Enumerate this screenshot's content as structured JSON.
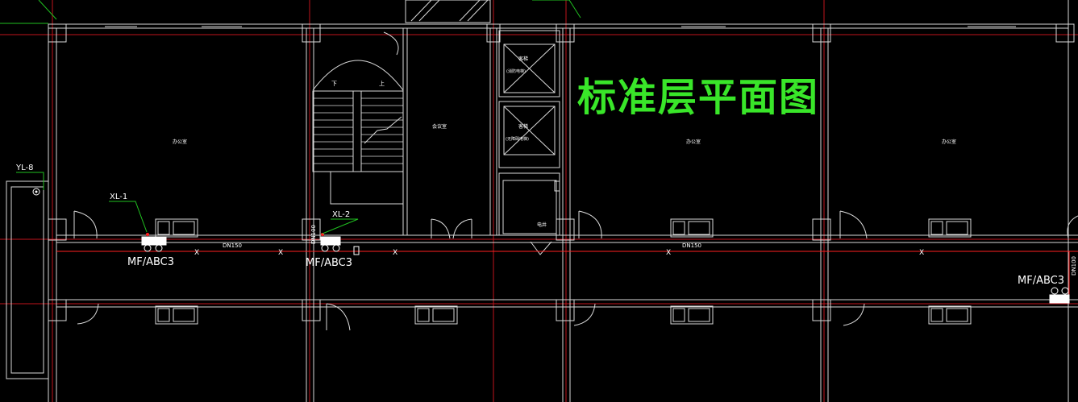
{
  "title": {
    "text": "标准层平面图",
    "color": "#39e629"
  },
  "colors": {
    "wall": "#d9d9d9",
    "axis": "#c0141c",
    "pipe": "#ff2020",
    "leader": "#20c020",
    "text": "#ffffff"
  },
  "labels": {
    "yl8": "YL-8",
    "xl1": "XL-1",
    "xl2": "XL-2",
    "ext1": "MF/ABC3",
    "ext2": "MF/ABC3",
    "ext3": "MF/ABC3",
    "dn150_a": "DN150",
    "dn150_b": "DN150",
    "dn100_a": "DN100",
    "dn100_b": "DN100",
    "stair_down": "下",
    "stair_up": "上",
    "elevator_1": "客梯",
    "elevator_1_sub": "(消防电梯)",
    "elevator_2": "客梯",
    "elevator_2_sub": "(无障碍电梯)",
    "room_office_left": "办公室",
    "room_meeting": "会议室",
    "room_office_mid": "办公室",
    "room_office_right": "办公室",
    "room_shaft": "电井",
    "valve_mark": "X"
  }
}
